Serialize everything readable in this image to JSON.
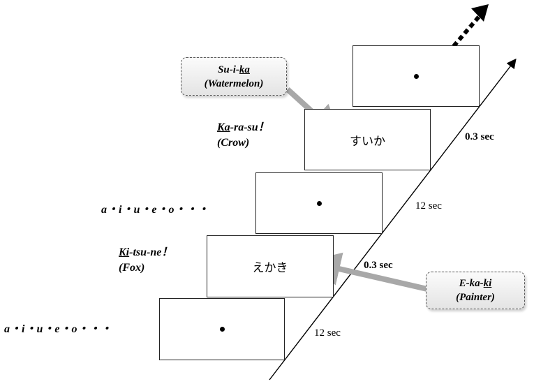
{
  "screens": {
    "top_fixation": "•",
    "watermelon_word": "すいか",
    "mid_fixation": "•",
    "painter_word": "えかき",
    "bottom_fixation": "•"
  },
  "durations": {
    "upper_short": "0.3 sec",
    "upper_long": "12 sec",
    "lower_short": "0.3 sec",
    "lower_long": "12 sec"
  },
  "callouts": {
    "watermelon": {
      "syl_a": "Su-i-",
      "syl_b": "ka",
      "gloss": "(Watermelon)"
    },
    "painter": {
      "syl_a": "E-ka-",
      "syl_b": "ki",
      "gloss": "(Painter)"
    }
  },
  "responses": {
    "crow": {
      "head": "Ka",
      "rest": "-ra-su！",
      "gloss": "(Crow)"
    },
    "fox": {
      "head": "Ki",
      "rest": "-tsu-ne！",
      "gloss": "(Fox)"
    }
  },
  "chants": {
    "upper": "a・i・u・e・o・・・",
    "lower": "a・i・u・e・o・・・"
  },
  "colors": {
    "arrow_gray": "#a8a8a8",
    "line": "#000000"
  }
}
